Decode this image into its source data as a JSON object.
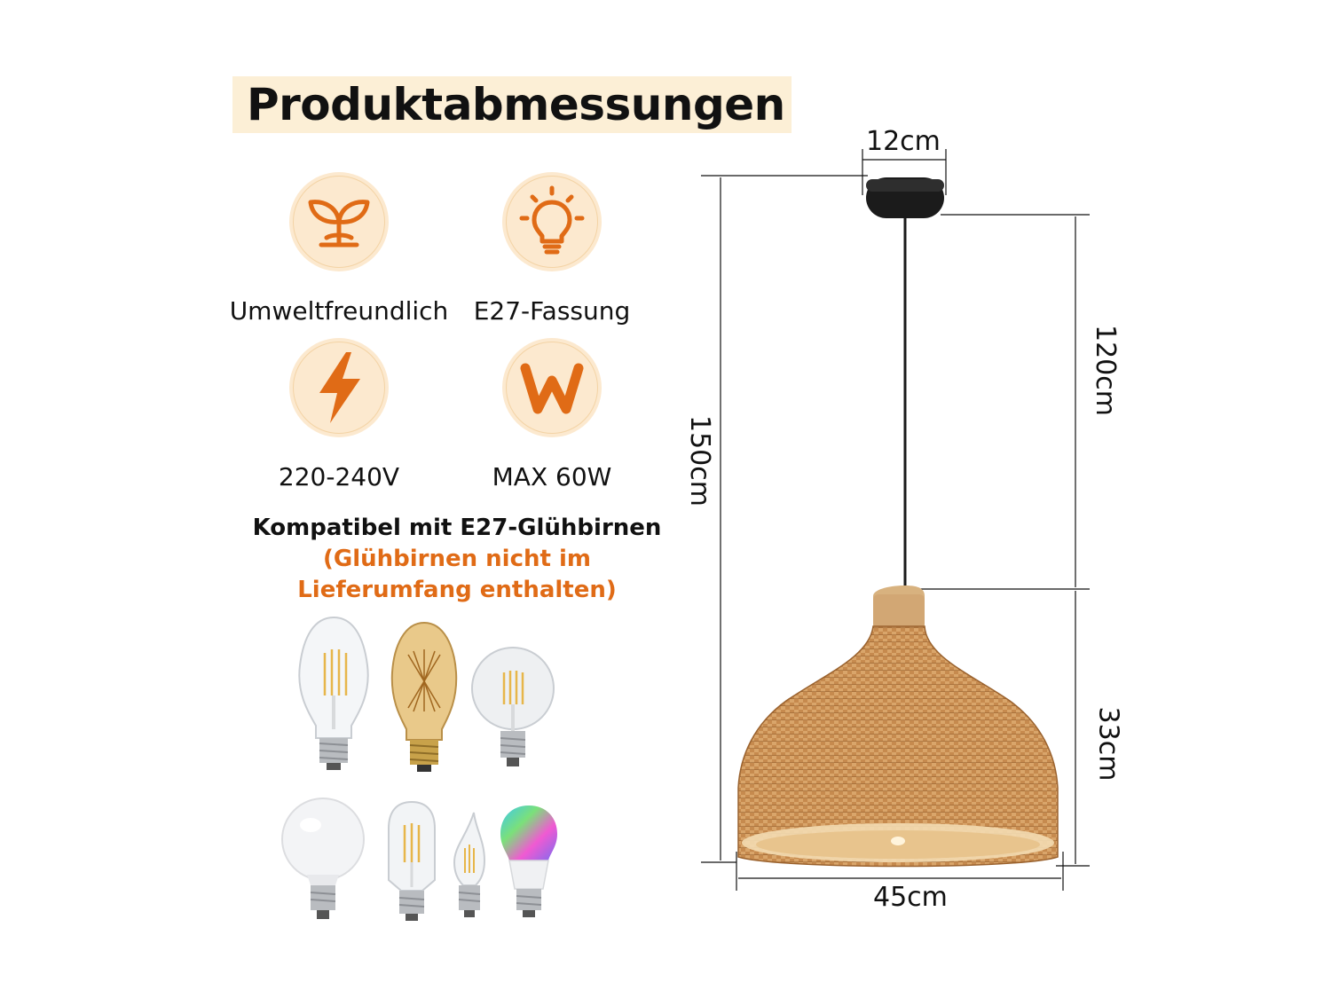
{
  "title": "Produktabmessungen",
  "features": [
    {
      "icon": "sprout-icon",
      "label": "Umweltfreundlich"
    },
    {
      "icon": "lightbulb-icon",
      "label": "E27-Fassung"
    },
    {
      "icon": "lightning-bolt-icon",
      "label": "220-240V"
    },
    {
      "icon": "letter-w-icon",
      "label": "MAX 60W"
    }
  ],
  "compatibility": {
    "line1": "Kompatibel mit E27-Glühbirnen",
    "line2": "(Glühbirnen nicht im",
    "line3": "Lieferumfang enthalten)"
  },
  "dimensions": {
    "canopy_width": "12cm",
    "total_height": "150cm",
    "cord_length": "120cm",
    "shade_height": "33cm",
    "shade_width": "45cm"
  },
  "colors": {
    "accent": "#e06b16",
    "icon_bg": "#fce9cf",
    "title_bg": "#fcefd6",
    "rattan": "#c98b4e"
  }
}
